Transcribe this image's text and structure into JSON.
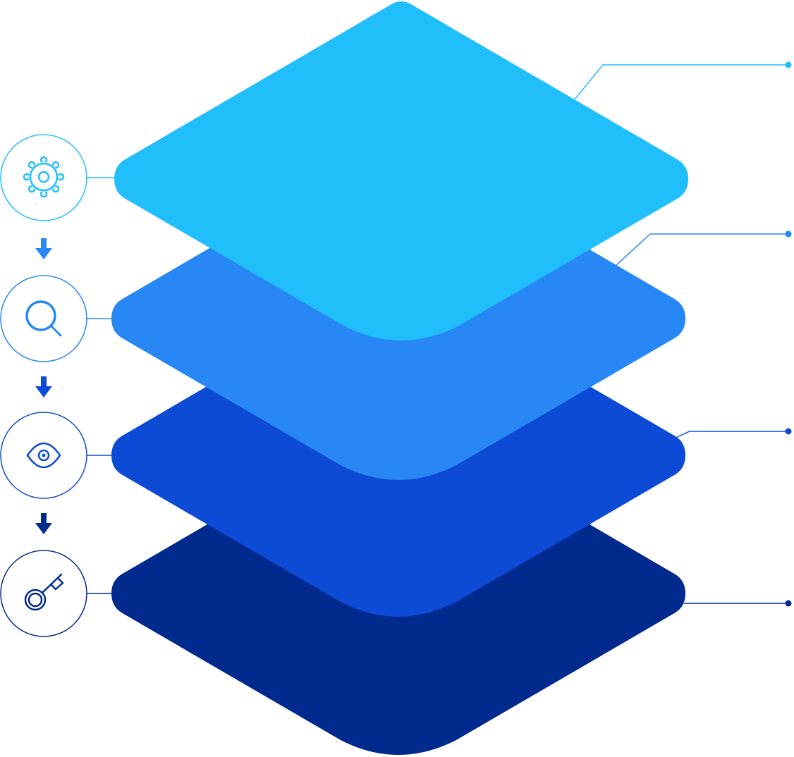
{
  "diagram": {
    "layers": [
      {
        "name": "configuration",
        "icon": "gear-icon",
        "color": "#21BEFC"
      },
      {
        "name": "search",
        "icon": "search-icon",
        "color": "#2787F5"
      },
      {
        "name": "visibility",
        "icon": "eye-icon",
        "color": "#0D4AD6"
      },
      {
        "name": "access",
        "icon": "key-icon",
        "color": "#012A8E"
      }
    ],
    "arrow_colors": [
      "#2787F5",
      "#0D4AD6",
      "#012A8E"
    ]
  }
}
